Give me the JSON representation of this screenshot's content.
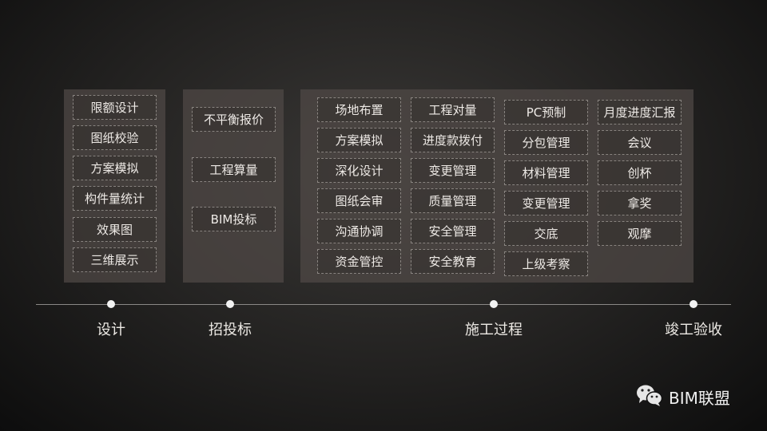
{
  "panels": [
    {
      "name": "design",
      "columns": [
        [
          "限额设计",
          "图纸校验",
          "方案模拟",
          "构件量统计",
          "效果图",
          "三维展示"
        ]
      ]
    },
    {
      "name": "bidding",
      "columns": [
        [
          "不平衡报价",
          "工程算量",
          "BIM投标"
        ]
      ]
    },
    {
      "name": "construction",
      "columns": [
        [
          "场地布置",
          "方案模拟",
          "深化设计",
          "图纸会审",
          "沟通协调",
          "资金管控"
        ],
        [
          "工程对量",
          "进度款拨付",
          "变更管理",
          "质量管理",
          "安全管理",
          "安全教育"
        ],
        [
          "PC预制",
          "分包管理",
          "材料管理",
          "变更管理",
          "交底",
          "上级考察"
        ],
        [
          "月度进度汇报",
          "会议",
          "创杯",
          "拿奖",
          "观摩"
        ]
      ]
    }
  ],
  "timeline": {
    "stages": [
      "设计",
      "招投标",
      "施工过程",
      "竣工验收"
    ]
  },
  "brand": {
    "label": "BIM联盟",
    "icon": "wechat-icon"
  }
}
